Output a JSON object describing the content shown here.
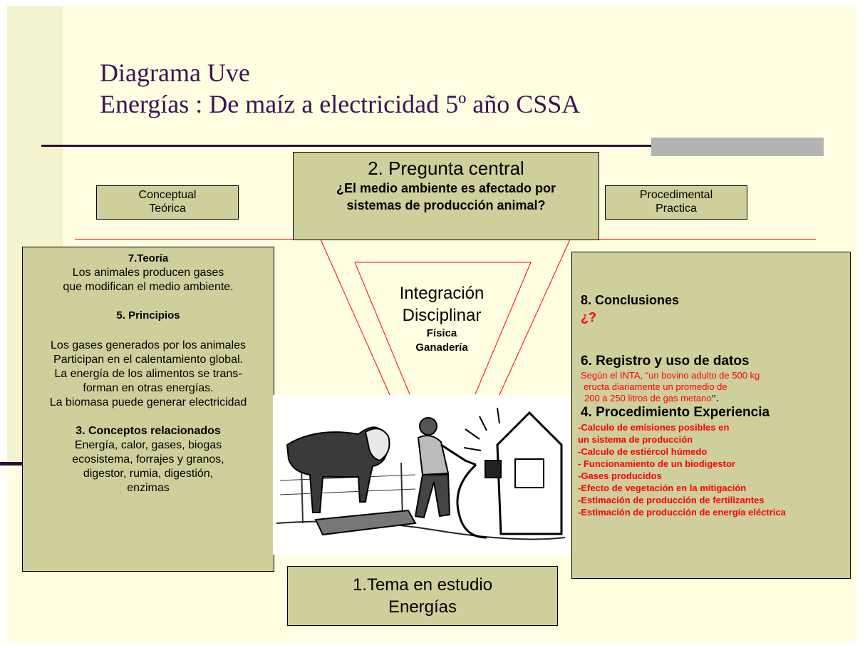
{
  "title": {
    "line1": "Diagrama Uve",
    "line2": "Energías : De maíz a electricidad 5º año CSSA"
  },
  "conceptual_tag": {
    "line1": "Conceptual",
    "line2": "Teórica"
  },
  "procedimental_tag": {
    "line1": "Procedimental",
    "line2": "Practica"
  },
  "pregunta": {
    "heading": "2. Pregunta central",
    "line1": "¿El medio ambiente es afectado por",
    "line2": "sistemas de producción animal?"
  },
  "integracion": {
    "line1": "Integración",
    "line2": "Disciplinar",
    "line3": "Física",
    "line4": "Ganadería"
  },
  "left_panel": {
    "teoria_heading": "7.Teoría",
    "teoria_line1": "Los animales producen gases",
    "teoria_line2": "que modifican el medio ambiente.",
    "principios_heading": "5. Principios",
    "principios_line1": "Los gases generados por los animales",
    "principios_line2": "Participan en el calentamiento global.",
    "principios_line3": "La energía de los alimentos se trans-",
    "principios_line4": "forman en otras energías.",
    "principios_line5": "La biomasa puede generar electricidad",
    "conceptos_heading": "3. Conceptos relacionados",
    "conceptos_line1": "Energía, calor, gases, biogas",
    "conceptos_line2": "ecosistema, forrajes y granos,",
    "conceptos_line3": "digestor, rumia, digestión,",
    "conceptos_line4": "enzimas"
  },
  "right_panel": {
    "conclusiones_heading": "8. Conclusiones",
    "conclusiones_value": "¿?",
    "registro_heading": "6. Registro y uso de datos",
    "registro_line1": "Según el INTA, “un bovino adulto de 500 kg",
    "registro_line2": "eructa diariamente un promedio de",
    "registro_line3": "200 a 250 litros de gas metano",
    "registro_close": "”.",
    "procedimiento_heading": "4. Procedimiento Experiencia",
    "items": [
      "-Calculo de emisiones posibles en",
      "un sistema de producción",
      "-Calculo de estiércol húmedo",
      "- Funcionamiento de un biodigestor",
      "-Gases producidos",
      "-Efecto de vegetación en la mitigación",
      "-Estimación de producción de fertilizantes",
      "-Estimación de producción de energía eléctrica"
    ]
  },
  "tema": {
    "line1": "1.Tema en estudio",
    "line2": "Energías"
  },
  "colors": {
    "box": "#cfcf9c",
    "red": "#ff0000",
    "title": "#3b1457",
    "blue": "#1f3f9f"
  }
}
